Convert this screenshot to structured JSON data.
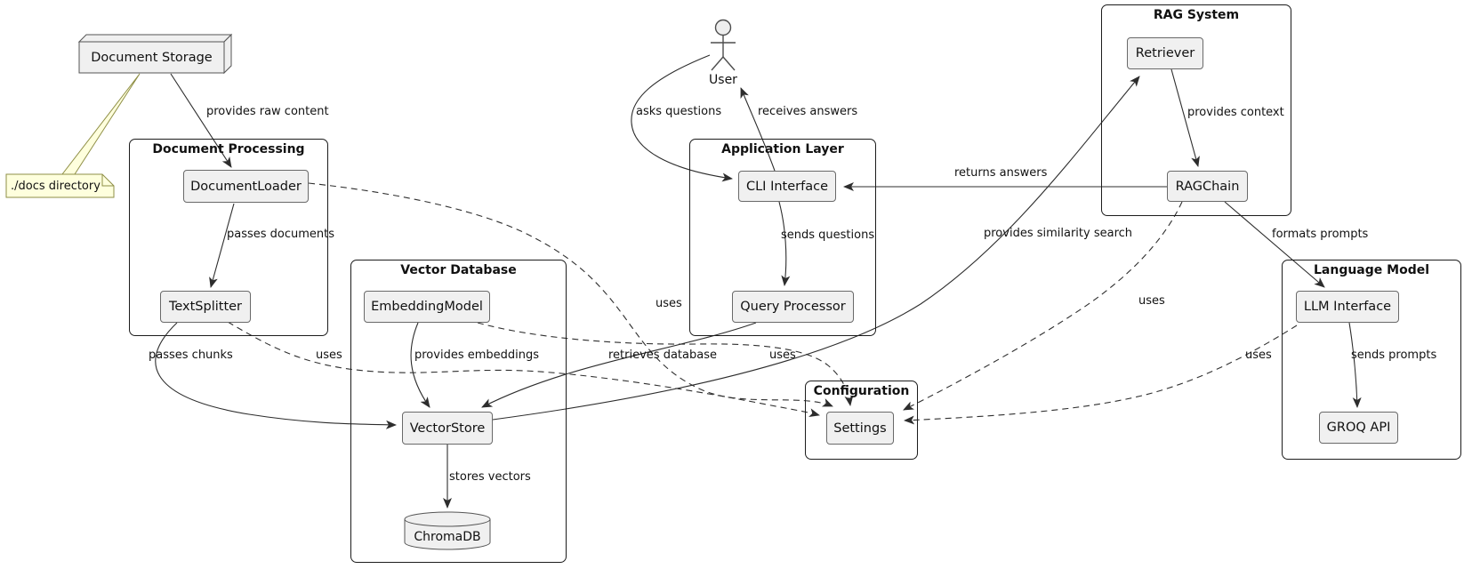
{
  "diagram_type": "component-diagram",
  "node": {
    "label": "Document Storage"
  },
  "note": {
    "label": "./docs directory"
  },
  "actor": {
    "label": "User"
  },
  "packages": {
    "document_processing": {
      "title": "Document Processing"
    },
    "vector_database": {
      "title": "Vector Database"
    },
    "application_layer": {
      "title": "Application Layer"
    },
    "configuration": {
      "title": "Configuration"
    },
    "rag_system": {
      "title": "RAG System"
    },
    "language_model": {
      "title": "Language Model"
    }
  },
  "components": {
    "document_loader": {
      "label": "DocumentLoader"
    },
    "text_splitter": {
      "label": "TextSplitter"
    },
    "embedding_model": {
      "label": "EmbeddingModel"
    },
    "vector_store": {
      "label": "VectorStore"
    },
    "chroma_db": {
      "label": "ChromaDB"
    },
    "cli_interface": {
      "label": "CLI Interface"
    },
    "query_processor": {
      "label": "Query Processor"
    },
    "settings": {
      "label": "Settings"
    },
    "retriever": {
      "label": "Retriever"
    },
    "rag_chain": {
      "label": "RAGChain"
    },
    "llm_interface": {
      "label": "LLM Interface"
    },
    "groq_api": {
      "label": "GROQ API"
    }
  },
  "edge_labels": {
    "provides_raw_content": "provides raw content",
    "passes_documents": "passes documents",
    "passes_chunks": "passes chunks",
    "provides_embeddings": "provides embeddings",
    "stores_vectors": "stores vectors",
    "retrieves_database": "retrieves database",
    "asks_questions": "asks questions",
    "receives_answers": "receives answers",
    "sends_questions": "sends questions",
    "returns_answers": "returns answers",
    "provides_context": "provides context",
    "provides_similarity_search": "provides similarity search",
    "formats_prompts": "formats prompts",
    "sends_prompts": "sends prompts",
    "uses": "uses"
  },
  "relationships": [
    {
      "from": "Document Storage",
      "to": "DocumentLoader",
      "label": "provides raw content",
      "style": "solid"
    },
    {
      "from": "DocumentLoader",
      "to": "TextSplitter",
      "label": "passes documents",
      "style": "solid"
    },
    {
      "from": "TextSplitter",
      "to": "VectorStore",
      "label": "passes chunks",
      "style": "solid"
    },
    {
      "from": "EmbeddingModel",
      "to": "VectorStore",
      "label": "provides embeddings",
      "style": "solid"
    },
    {
      "from": "VectorStore",
      "to": "ChromaDB",
      "label": "stores vectors",
      "style": "solid"
    },
    {
      "from": "Query Processor",
      "to": "VectorStore",
      "label": "retrieves database",
      "style": "solid"
    },
    {
      "from": "VectorStore",
      "to": "Retriever",
      "label": "provides similarity search",
      "style": "solid"
    },
    {
      "from": "User",
      "to": "CLI Interface",
      "label": "asks questions",
      "style": "solid"
    },
    {
      "from": "CLI Interface",
      "to": "User",
      "label": "receives answers",
      "style": "solid"
    },
    {
      "from": "CLI Interface",
      "to": "Query Processor",
      "label": "sends questions",
      "style": "solid"
    },
    {
      "from": "RAGChain",
      "to": "CLI Interface",
      "label": "returns answers",
      "style": "solid"
    },
    {
      "from": "Retriever",
      "to": "RAGChain",
      "label": "provides context",
      "style": "solid"
    },
    {
      "from": "RAGChain",
      "to": "LLM Interface",
      "label": "formats prompts",
      "style": "solid"
    },
    {
      "from": "LLM Interface",
      "to": "GROQ API",
      "label": "sends prompts",
      "style": "solid"
    },
    {
      "from": "DocumentLoader",
      "to": "Settings",
      "label": "uses",
      "style": "dashed"
    },
    {
      "from": "TextSplitter",
      "to": "Settings",
      "label": "uses",
      "style": "dashed"
    },
    {
      "from": "EmbeddingModel",
      "to": "Settings",
      "label": "uses",
      "style": "dashed"
    },
    {
      "from": "RAGChain",
      "to": "Settings",
      "label": "uses",
      "style": "dashed"
    },
    {
      "from": "LLM Interface",
      "to": "Settings",
      "label": "uses",
      "style": "dashed"
    },
    {
      "from": "Document Storage",
      "to": "./docs directory",
      "label": "",
      "style": "note-link"
    }
  ],
  "colors": {
    "component_fill": "#f0f0f0",
    "component_border": "#696969",
    "package_border": "#1c1c1c",
    "note_fill": "#feffdd",
    "note_border": "#8f8f46",
    "edge": "#2d2d2d",
    "text": "#111111"
  }
}
